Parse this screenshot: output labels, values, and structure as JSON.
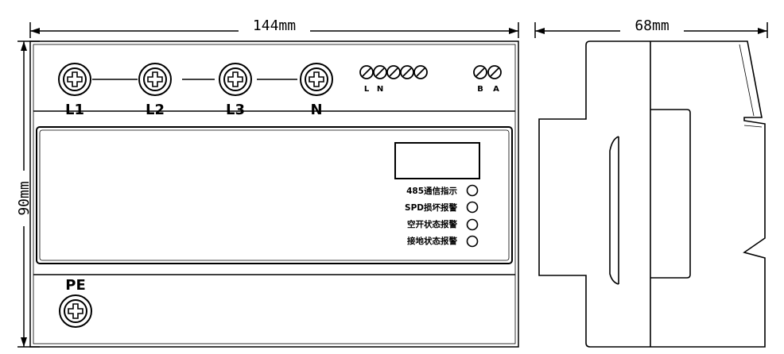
{
  "dimensions": {
    "front_width": "144mm",
    "side_width": "68mm",
    "height": "90mm"
  },
  "terminals": {
    "main": [
      "L1",
      "L2",
      "L3",
      "N"
    ],
    "signal_left": [
      "L",
      "N"
    ],
    "signal_right": [
      "B",
      "A"
    ],
    "ground": "PE"
  },
  "indicators": [
    "485通信指示",
    "SPD损坏报警",
    "空开状态报警",
    "接地状态报警"
  ]
}
